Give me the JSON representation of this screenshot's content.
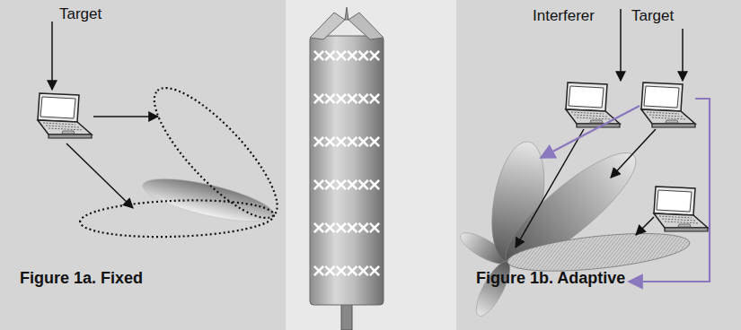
{
  "diagram": {
    "labels": [
      "Target",
      "Figure 1a. Fixed",
      "Interferer",
      "Target",
      "Figure 1b. Adaptive"
    ]
  }
}
